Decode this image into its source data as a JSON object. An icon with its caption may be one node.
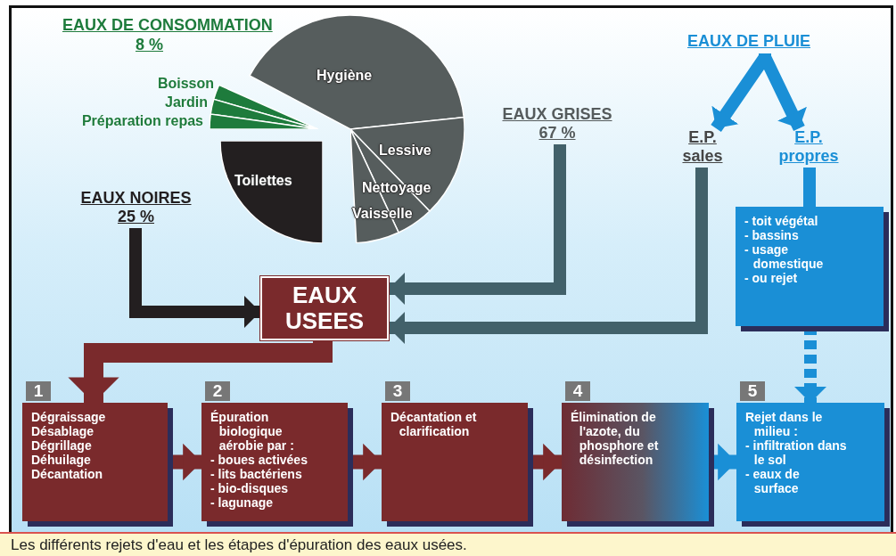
{
  "diagram": {
    "caption": "Les différents rejets d'eau et les étapes d'épuration des eaux usées.",
    "nodes": [
      {
        "text": [
          "Hygiène"
        ]
      },
      {
        "text": [
          "Lessive"
        ]
      },
      {
        "text": [
          "Nettoyage"
        ]
      },
      {
        "text": [
          "Vaisselle"
        ]
      },
      {
        "text": [
          "Toilettes"
        ]
      },
      {
        "text": [],
        "shape": "wedge",
        "beside": [
          "Boisson"
        ]
      },
      {
        "text": [],
        "shape": "wedge",
        "beside": [
          "Jardin"
        ]
      },
      {
        "text": [],
        "shape": "wedge",
        "beside": [
          "Préparation repas"
        ]
      },
      {
        "text": [
          "EAUX NOIRES",
          "25 %"
        ]
      },
      {
        "text": [
          "EAUX GRISES",
          "67 %"
        ]
      },
      {
        "text": [
          "EAUX DE PLUIE"
        ]
      },
      {
        "text": [
          "E.P.",
          "sales"
        ]
      },
      {
        "text": [
          "E.P.",
          "propres"
        ]
      },
      {
        "text": [
          "EAUX USEES"
        ]
      },
      {
        "text": [
          "- toit végétal",
          "- bassins",
          "- usage domestique",
          "- ou rejet"
        ]
      },
      {
        "text": [
          "1",
          "Dégraissage",
          "Désablage",
          "Dégrillage",
          "Déhuilage",
          "Décantation"
        ]
      },
      {
        "text": [
          "2",
          "Épuration biologique aérobie par :",
          "- boues activées",
          "- lits bactériens",
          "- bio-disques",
          "- lagunage"
        ]
      },
      {
        "text": [
          "3",
          "Décantation et clarification"
        ]
      },
      {
        "text": [
          "4",
          "Élimination de l'azote, du phosphore et désinfection"
        ]
      },
      {
        "text": [
          "5",
          "Rejet dans le milieu :",
          "- infiltration dans le sol",
          "- eaux de surface"
        ]
      }
    ],
    "edges": [
      {
        "from": 8,
        "to": 13,
        "arrow": "to",
        "color": "#231f20"
      },
      {
        "from": 9,
        "to": 13,
        "arrow": "to",
        "color": "#42616a"
      },
      {
        "from": 11,
        "to": 13,
        "arrow": "to",
        "color": "#42616a"
      },
      {
        "from": 10,
        "to": 11,
        "arrow": "to"
      },
      {
        "from": 10,
        "to": 12,
        "arrow": "to"
      },
      {
        "from": 12,
        "to": 14,
        "arrow": "none"
      },
      {
        "from": 14,
        "to": 19,
        "arrow": "to",
        "style": "dashed"
      },
      {
        "from": 13,
        "to": 15,
        "arrow": "to",
        "color": "#7a2a2c"
      },
      {
        "from": 15,
        "to": 16,
        "arrow": "to",
        "color": "#7a2a2c"
      },
      {
        "from": 16,
        "to": 17,
        "arrow": "to",
        "color": "#7a2a2c"
      },
      {
        "from": 17,
        "to": 18,
        "arrow": "to",
        "color": "#7a2a2c"
      },
      {
        "from": 18,
        "to": 19,
        "arrow": "to"
      }
    ],
    "labels": [
      "EAUX DE CONSOMMATION",
      "8 %"
    ]
  }
}
